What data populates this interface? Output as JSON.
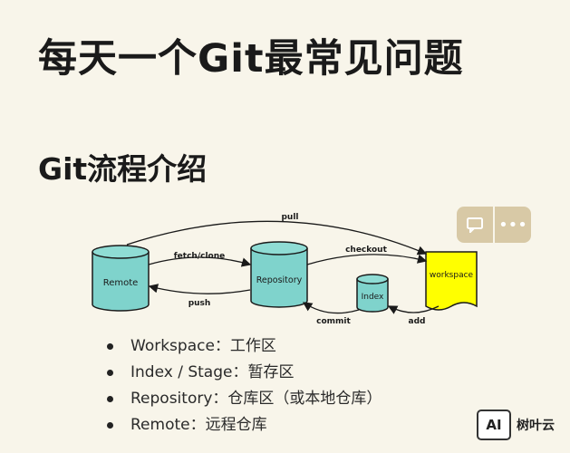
{
  "title": "每天一个Git最常见问题",
  "subtitle": "Git流程介绍",
  "actions": {
    "comment_icon": "comment-icon",
    "more_icon": "more-dots-icon",
    "more_glyph": "•••"
  },
  "diagram": {
    "nodes": {
      "remote": "Remote",
      "repository": "Repository",
      "index": "Index",
      "workspace": "workspace"
    },
    "edges": {
      "pull": "pull",
      "fetch_clone": "fetch/clone",
      "checkout": "checkout",
      "push": "push",
      "commit": "commit",
      "add": "add"
    },
    "colors": {
      "cylinder_fill": "#7fd3cc",
      "workspace_fill": "#ffff00",
      "stroke": "#1a1a1a"
    }
  },
  "legend": [
    "Workspace：工作区",
    "Index / Stage：暂存区",
    "Repository：仓库区（或本地仓库）",
    "Remote：远程仓库"
  ],
  "watermark": {
    "logo": "AI",
    "text": "树叶云"
  }
}
